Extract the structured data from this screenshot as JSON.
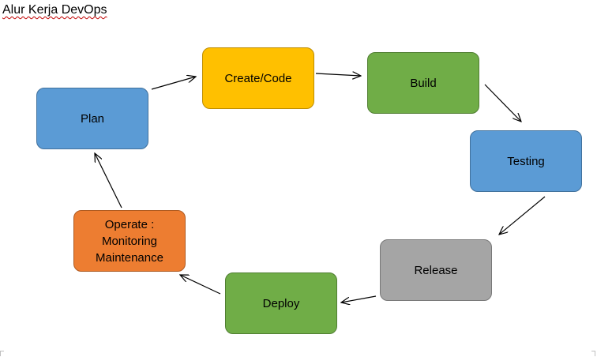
{
  "title": "Alur Kerja DevOps",
  "colors": {
    "blue": "#5b9bd5",
    "yellow": "#ffc000",
    "green": "#70ad47",
    "grey": "#a5a5a5",
    "orange": "#ed7d31"
  },
  "nodes": {
    "plan": {
      "label": "Plan",
      "color": "#5b9bd5"
    },
    "create": {
      "label": "Create/Code",
      "color": "#ffc000"
    },
    "build": {
      "label": "Build",
      "color": "#70ad47"
    },
    "testing": {
      "label": "Testing",
      "color": "#5b9bd5"
    },
    "release": {
      "label": "Release",
      "color": "#a5a5a5"
    },
    "deploy": {
      "label": "Deploy",
      "color": "#70ad47"
    },
    "operate": {
      "label": "Operate :\nMonitoring\nMaintenance",
      "color": "#ed7d31"
    }
  },
  "flow": [
    [
      "Plan",
      "Create/Code"
    ],
    [
      "Create/Code",
      "Build"
    ],
    [
      "Build",
      "Testing"
    ],
    [
      "Testing",
      "Release"
    ],
    [
      "Release",
      "Deploy"
    ],
    [
      "Deploy",
      "Operate :\nMonitoring\nMaintenance"
    ],
    [
      "Operate :\nMonitoring\nMaintenance",
      "Plan"
    ]
  ]
}
